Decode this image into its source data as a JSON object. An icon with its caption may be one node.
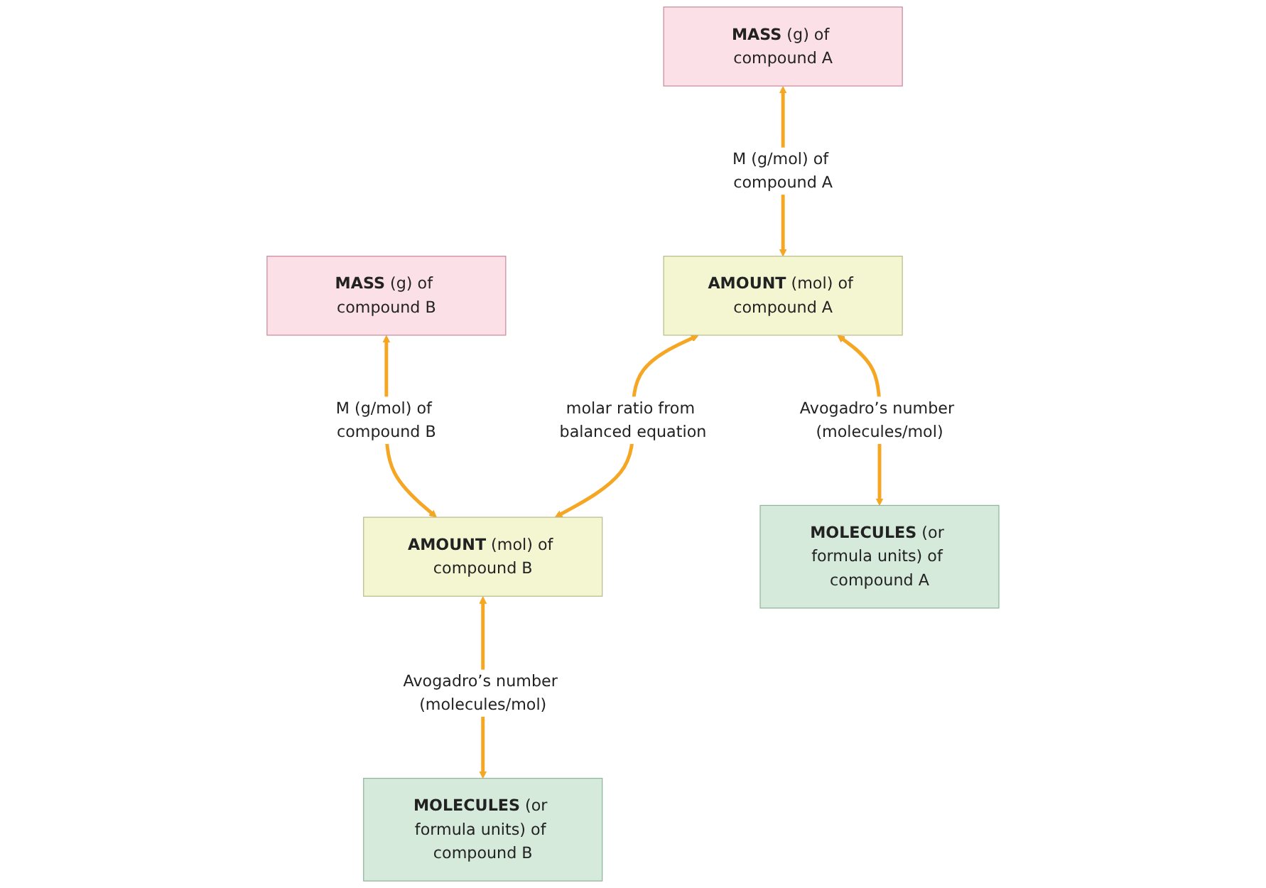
{
  "diagram": {
    "nodes": [
      {
        "text": [
          "**MASS** (g) of compound A"
        ]
      },
      {
        "text": [
          "**MASS** (g) of compound B"
        ]
      },
      {
        "text": [
          "**AMOUNT** (mol) of compound A"
        ]
      },
      {
        "text": [
          "**AMOUNT** (mol) of compound B"
        ]
      },
      {
        "text": [
          "**MOLECULES** (or formula units) of compound A"
        ]
      },
      {
        "text": [
          "**MOLECULES** (or formula units) of compound B"
        ]
      }
    ],
    "edges": [
      {
        "from": 0,
        "to": 2,
        "arrow": "both",
        "label": "M (g/mol) of compound A"
      },
      {
        "from": 1,
        "to": 3,
        "arrow": "both",
        "label": "M (g/mol) of compound B"
      },
      {
        "from": 2,
        "to": 3,
        "arrow": "both",
        "label": "molar ratio from balanced equation"
      },
      {
        "from": 2,
        "to": 4,
        "arrow": "both",
        "label": "Avogadro’s number (molecules/mol)"
      },
      {
        "from": 3,
        "to": 5,
        "arrow": "both",
        "label": "Avogadro’s number (molecules/mol)"
      }
    ]
  }
}
